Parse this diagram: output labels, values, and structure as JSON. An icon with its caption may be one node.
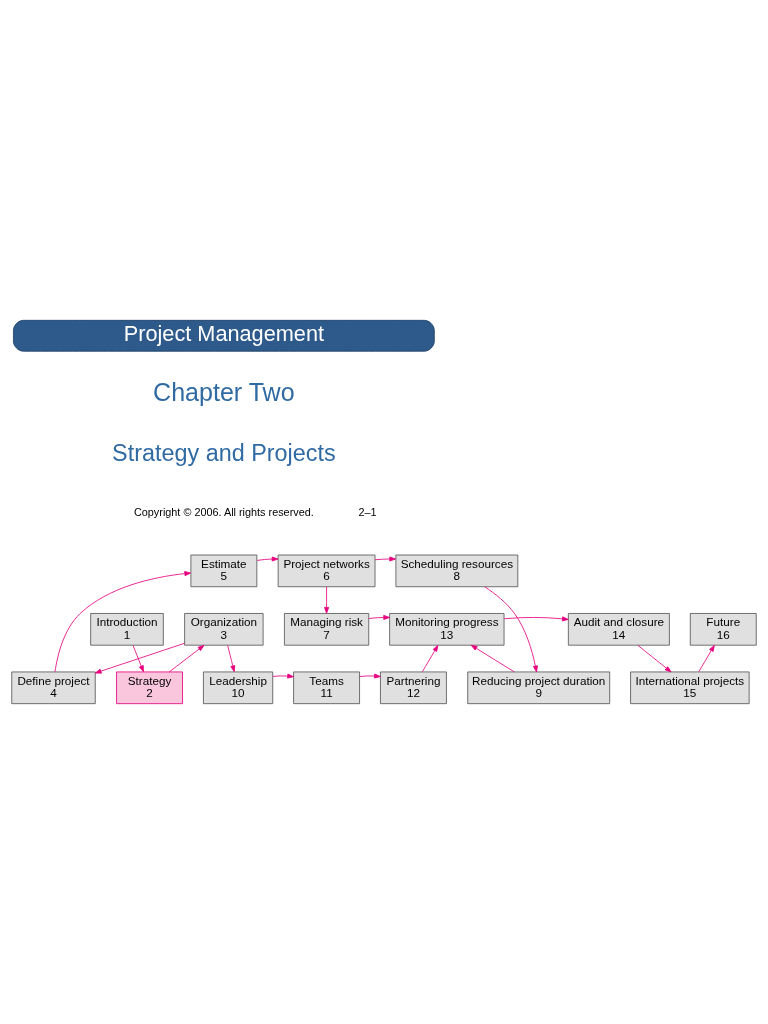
{
  "diagram": {
    "title": "Project Management",
    "nodes": [
      {
        "text": [
          "Introduction",
          "1"
        ]
      },
      {
        "text": [
          "Strategy",
          "2"
        ]
      },
      {
        "text": [
          "Organization",
          "3"
        ]
      },
      {
        "text": [
          "Define project",
          "4"
        ]
      },
      {
        "text": [
          "Estimate",
          "5"
        ]
      },
      {
        "text": [
          "Project networks",
          "6"
        ]
      },
      {
        "text": [
          "Scheduling resources",
          "8"
        ]
      },
      {
        "text": [
          "Reducing project duration",
          "9"
        ]
      },
      {
        "text": [
          "Managing risk",
          "7"
        ]
      },
      {
        "text": [
          "Monitoring progress",
          "13"
        ]
      },
      {
        "text": [
          "Audit and closure",
          "14"
        ]
      },
      {
        "text": [
          "Future",
          "16"
        ]
      },
      {
        "text": [
          "International projects",
          "15"
        ]
      },
      {
        "text": [
          "Leadership",
          "10"
        ]
      },
      {
        "text": [
          "Teams",
          "11"
        ]
      },
      {
        "text": [
          "Partnering",
          "12"
        ]
      }
    ],
    "edges": [
      {
        "from": 0,
        "to": 1,
        "arrow": "to"
      },
      {
        "from": 1,
        "to": 2,
        "arrow": "to"
      },
      {
        "from": 2,
        "to": 3,
        "arrow": "to"
      },
      {
        "from": 3,
        "to": 4,
        "arrow": "to"
      },
      {
        "from": 4,
        "to": 5,
        "arrow": "to"
      },
      {
        "from": 5,
        "to": 6,
        "arrow": "to"
      },
      {
        "from": 5,
        "to": 8,
        "arrow": "to"
      },
      {
        "from": 6,
        "to": 7,
        "arrow": "to"
      },
      {
        "from": 7,
        "to": 9,
        "arrow": "to"
      },
      {
        "from": 8,
        "to": 9,
        "arrow": "to"
      },
      {
        "from": 2,
        "to": 13,
        "arrow": "to"
      },
      {
        "from": 13,
        "to": 14,
        "arrow": "to"
      },
      {
        "from": 14,
        "to": 15,
        "arrow": "to"
      },
      {
        "from": 15,
        "to": 9,
        "arrow": "to"
      },
      {
        "from": 9,
        "to": 10,
        "arrow": "to"
      },
      {
        "from": 10,
        "to": 12,
        "arrow": "to"
      },
      {
        "from": 12,
        "to": 11,
        "arrow": "to"
      }
    ],
    "labels": [
      "Chapter Two",
      "Strategy and Projects",
      "Copyright © 2006. All rights reserved.",
      "2–1"
    ]
  }
}
